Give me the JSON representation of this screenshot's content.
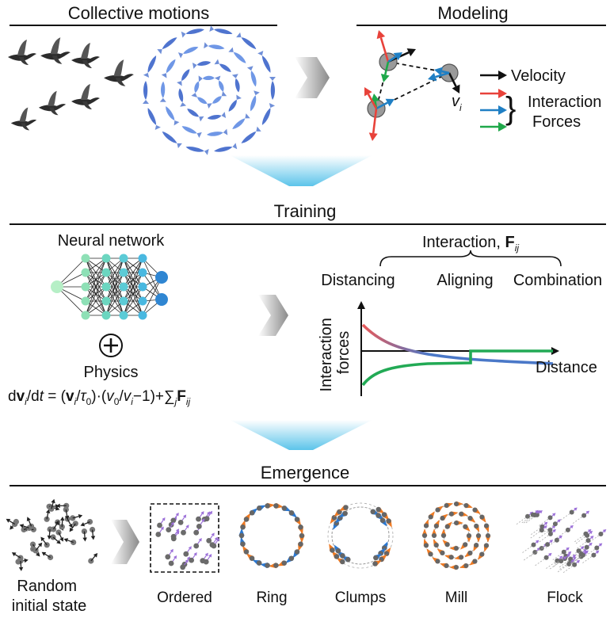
{
  "sections": {
    "collective": "Collective motions",
    "modeling": "Modeling",
    "training": "Training",
    "emergence": "Emergence"
  },
  "modeling": {
    "velocity": "Velocity",
    "interaction": "Interaction",
    "forces": "Forces",
    "vi_main": "v",
    "vi_sub": "i",
    "colors": {
      "velocity": "#111111",
      "force1": "#e8423a",
      "force2": "#1f7fc4",
      "force3": "#1fa84a"
    }
  },
  "training": {
    "nn_label": "Neural network",
    "physics_label": "Physics",
    "equation": {
      "d": "d",
      "v": "v",
      "i": "i",
      "slash_dt": "/d",
      "t": "t",
      "eq": " = (",
      "v2": "v",
      "i2": "i",
      "slash": "/",
      "tau": "τ",
      "zero": "0",
      "dot": ")·(",
      "v0": "v",
      "zero2": "0",
      "slash2": "/",
      "v3": "v",
      "i3": "i",
      "minus": "−1)+∑",
      "j": "j",
      "F": "F",
      "ij": "ij"
    },
    "interaction_title": "Interaction, ",
    "F": "F",
    "ij": "ij",
    "distancing": "Distancing",
    "aligning": "Aligning",
    "combination": "Combination",
    "ylabel_line1": "Interaction",
    "ylabel_line2": "forces",
    "xlabel": "Distance"
  },
  "emergence": {
    "random_line1": "Random",
    "random_line2": "initial state",
    "ordered": "Ordered",
    "ring": "Ring",
    "clumps": "Clumps",
    "mill": "Mill",
    "flock": "Flock",
    "colors": {
      "orange": "#f07a22",
      "blue": "#2a78d2",
      "gray": "#666666",
      "purple": "#9b6fd8"
    }
  }
}
